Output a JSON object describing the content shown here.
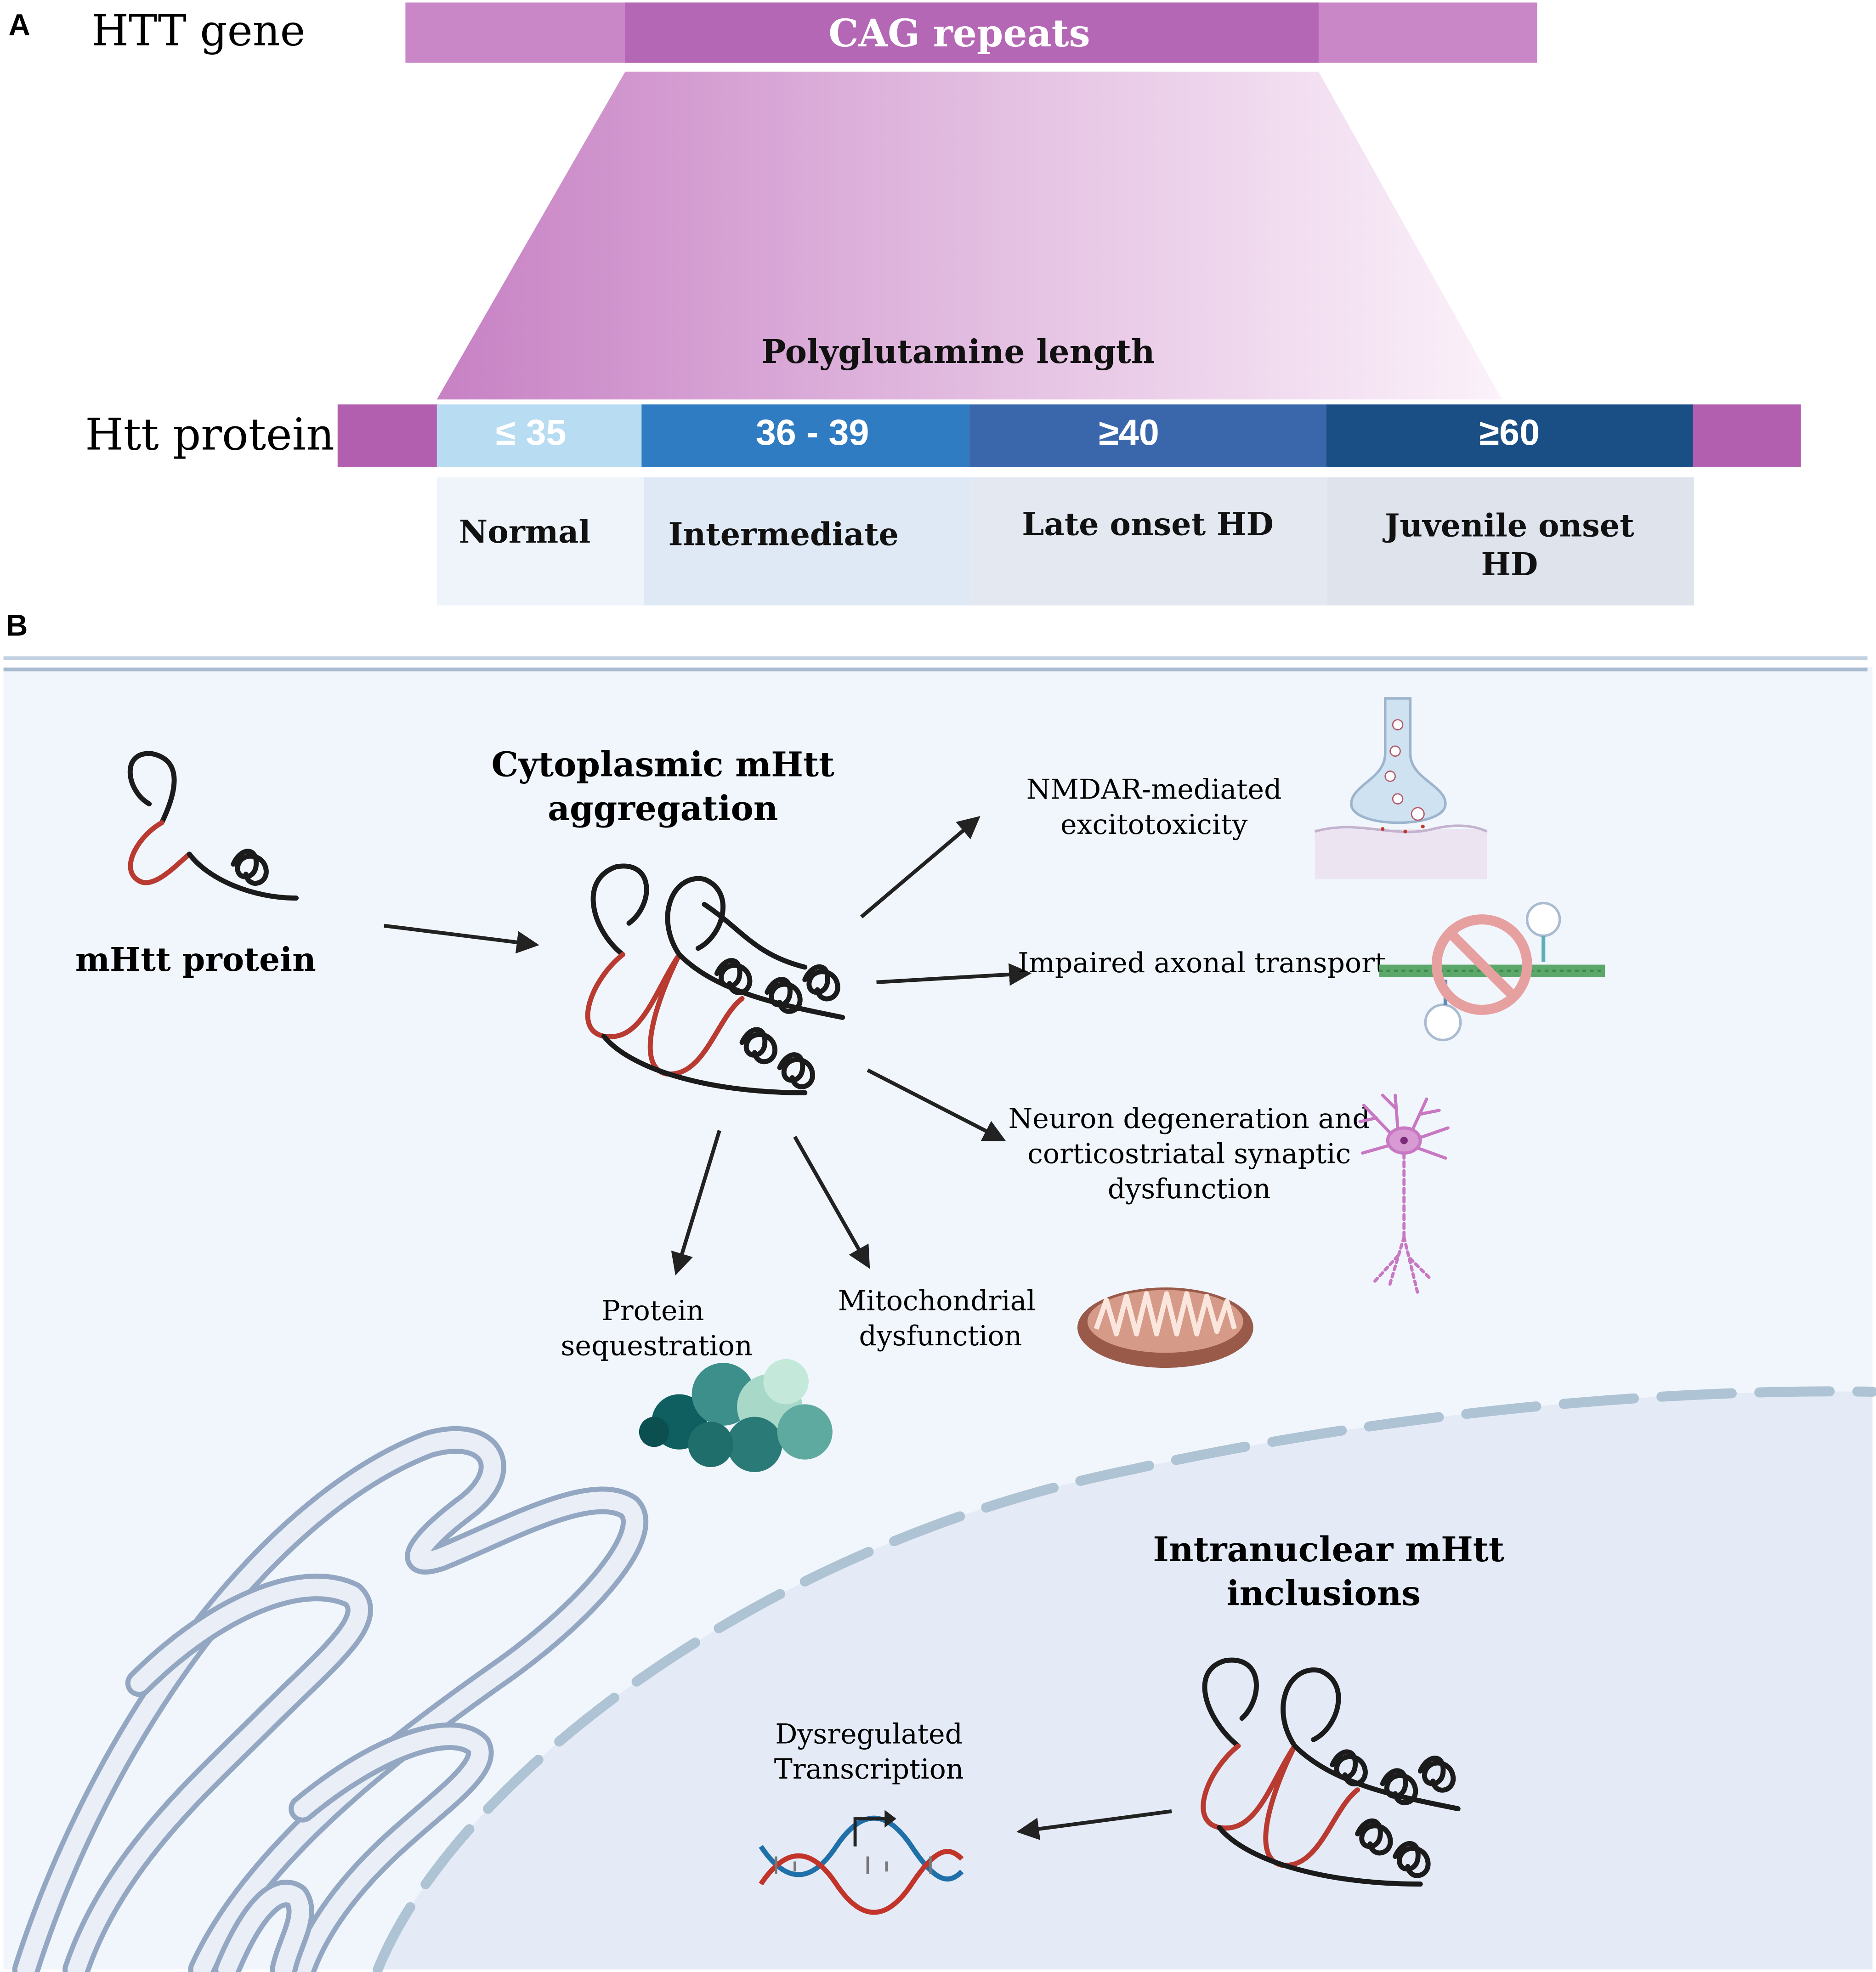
{
  "panel_a": {
    "letter": "A",
    "gene_label": "HTT gene",
    "cag_label": "CAG repeats",
    "polyq_label": "Polyglutamine length",
    "protein_label": "Htt protein",
    "segments": [
      {
        "range": "≤ 35",
        "category": "Normal"
      },
      {
        "range": "36 - 39",
        "category": "Intermediate"
      },
      {
        "range": "≥40",
        "category": "Late onset HD"
      },
      {
        "range": "≥60",
        "category_line1": "Juvenile onset",
        "category_line2": "HD"
      }
    ]
  },
  "panel_b": {
    "letter": "B",
    "mhtt_protein": "mHtt protein",
    "cyto_title_line1": "Cytoplasmic mHtt",
    "cyto_title_line2": "aggregation",
    "nmdar_line1": "NMDAR-mediated",
    "nmdar_line2": "excitotoxicity",
    "axonal": "Impaired axonal transport",
    "neuron_line1": "Neuron degeneration and",
    "neuron_line2": "corticostriatal synaptic",
    "neuron_line3": "dysfunction",
    "protein_seq_line1": "Protein",
    "protein_seq_line2": "sequestration",
    "mito_line1": "Mitochondrial",
    "mito_line2": "dysfunction",
    "nuclear_title_line1": "Intranuclear mHtt",
    "nuclear_title_line2": "inclusions",
    "transcription_line1": "Dysregulated",
    "transcription_line2": "Transcription"
  },
  "colors": {
    "gene_bar": "#c987c7",
    "cag_core": "#b467b4",
    "protein_flank": "#b15fae",
    "seg_normal": "#b8dcf2",
    "seg_intermediate": "#2f7cc2",
    "seg_late": "#3a67ac",
    "seg_juvenile": "#1a4f86",
    "cyto_bg": "#f1f6fc",
    "nucleus_bg": "#e4ebf7",
    "membrane": "#a9bbd0",
    "mhtt_red": "#b93a30",
    "er_stroke": "#94a7c2"
  }
}
